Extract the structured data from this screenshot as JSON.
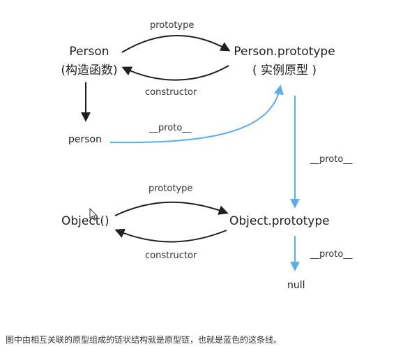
{
  "nodes": {
    "person_ctor": "Person",
    "person_ctor_sub": "(构造函数)",
    "person_proto": "Person.prototype",
    "person_proto_sub": "( 实例原型 )",
    "person_instance": "person",
    "object_ctor": "Object()",
    "object_proto": "Object.prototype",
    "null_node": "null"
  },
  "edges": {
    "prototype_top": "prototype",
    "constructor_top": "constructor",
    "proto_person": "__proto__",
    "proto_person_prototype": "__proto__",
    "prototype_bottom": "prototype",
    "constructor_bottom": "constructor",
    "proto_object_prototype": "__proto__"
  },
  "caption": "图中由相互关联的原型组成的链状结构就是原型链，也就是蓝色的这条线。",
  "colors": {
    "black_arrow": "#1f1f1f",
    "blue_arrow": "#5aaef0"
  }
}
